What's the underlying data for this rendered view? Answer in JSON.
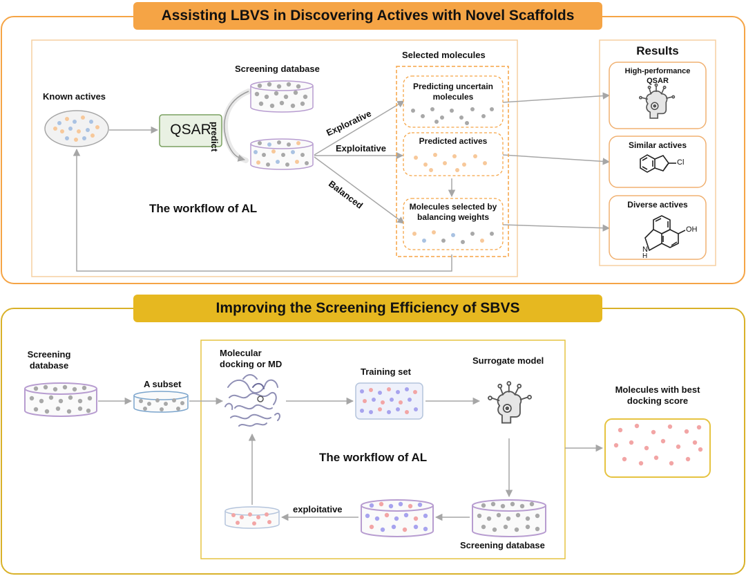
{
  "colors": {
    "orange_accent": "#f5a445",
    "gold_accent": "#e6b820",
    "panel_border_orange": "#f0b070",
    "panel_border_gold": "#ddc058",
    "arrow": "#a6a6a6",
    "dot_grey": "#a8a8a8",
    "dot_orange": "#f7c89a",
    "dot_blue": "#a9c2e2",
    "dot_pink": "#f2a5a5",
    "dot_purple": "#a7a3ee",
    "qsar_fill": "#e9f1e3",
    "qsar_border": "#7aa060",
    "db_purple": "#b79cd0",
    "db_blue": "#7aa4cc"
  },
  "top": {
    "banner": "Assisting LBVS in Discovering Actives with Novel Scaffolds",
    "known_actives": "Known actives",
    "qsar": "QSAR",
    "screening_database": "Screening database",
    "predict": "predict",
    "workflow": "The workflow of AL",
    "explorative": "Explorative",
    "exploitative": "Exploitative",
    "balanced": "Balanced",
    "selected_molecules": "Selected molecules",
    "box_uncertain": "Predicting uncertain molecules",
    "box_predicted": "Predicted actives",
    "box_balancing": "Molecules selected by balancing weights",
    "results": "Results",
    "result_qsar": "High-performance QSAR",
    "result_similar": "Similar actives",
    "result_diverse": "Diverse actives",
    "chem_cl": "Cl",
    "chem_oh": "OH",
    "chem_nh": "N",
    "chem_h": "H",
    "brain_icon": "brain-circuit-icon",
    "molecule_icon": "chemical-structure-icon"
  },
  "bottom": {
    "banner": "Improving the Screening Efficiency of SBVS",
    "screening_database": "Screening database",
    "a_subset": "A subset",
    "docking": "Molecular docking or MD",
    "training_set": "Training set",
    "surrogate_model": "Surrogate model",
    "best_docking": "Molecules with best docking score",
    "workflow": "The workflow of AL",
    "exploitative": "exploitative",
    "screening_database_2": "Screening database",
    "protein_icon": "protein-structure-icon",
    "brain_icon": "brain-circuit-icon"
  }
}
